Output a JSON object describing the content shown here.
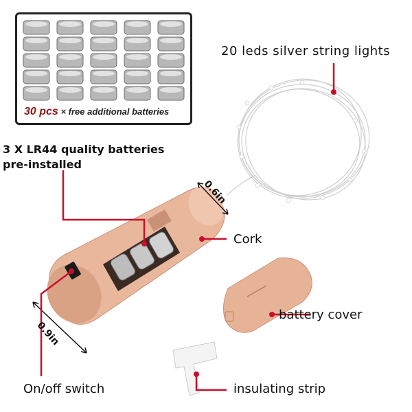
{
  "labels": {
    "leds": "20 leds silver string lights",
    "batteries_line1": "3 X LR44 quality batteries",
    "batteries_line2": "pre-installed",
    "cork": "Cork",
    "battery_cover": "battery cover",
    "switch": "On/off switch",
    "strip": "insulating strip"
  },
  "dimensions": {
    "top": "0.6in",
    "bottom": "0.9in"
  },
  "inset": {
    "count": "30 pcs",
    "rest": "× free additional batteries",
    "grid_columns": 5,
    "grid_rows": 5
  },
  "colors": {
    "pointer": "#c8102e",
    "cork": "#e8b79c",
    "cork_shadow": "#c99178",
    "battery": "#b8b8b8"
  }
}
